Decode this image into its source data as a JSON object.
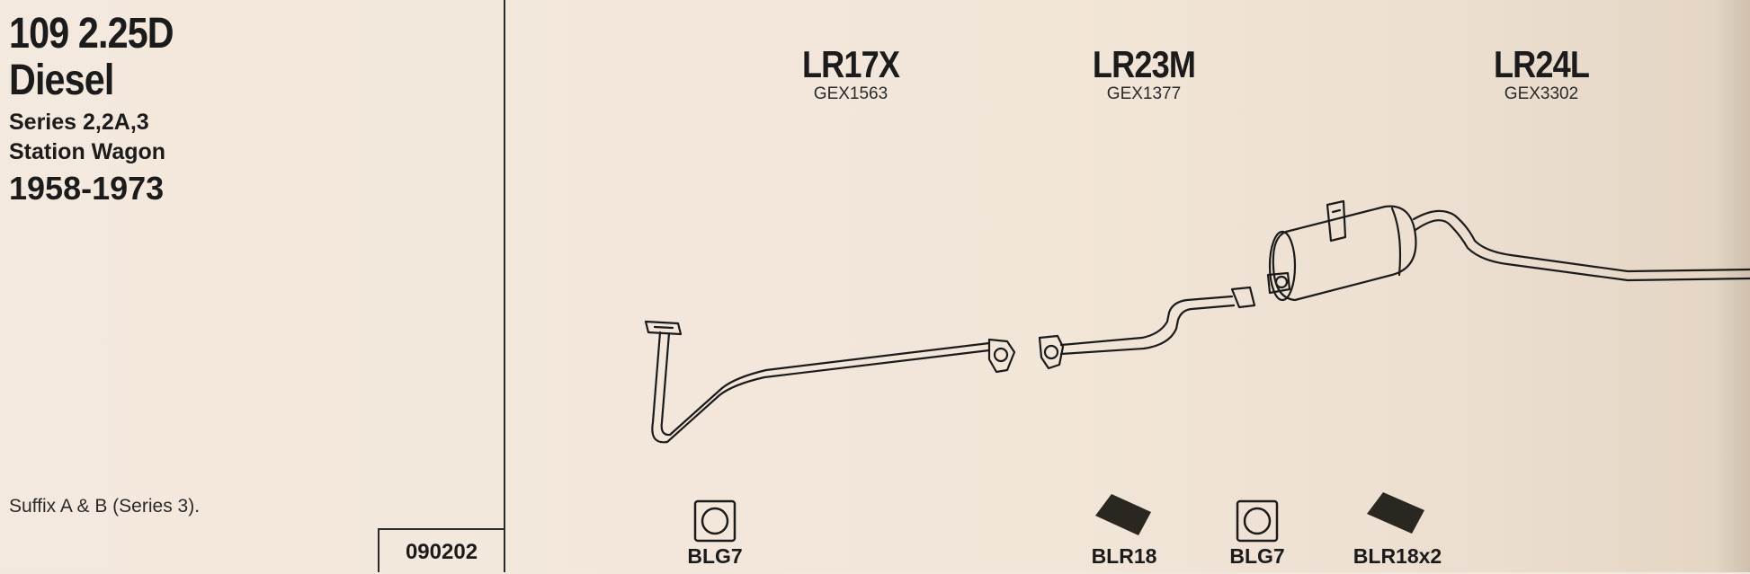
{
  "vehicle": {
    "model_line1": "109 2.25D",
    "model_line2": "Diesel",
    "series": "Series 2,2A,3",
    "body_type": "Station Wagon",
    "years": "1958-1973"
  },
  "note": "Suffix A & B (Series 3).",
  "reference_number": "090202",
  "parts": [
    {
      "code": "LR17X",
      "ref": "GEX1563"
    },
    {
      "code": "LR23M",
      "ref": "GEX1377"
    },
    {
      "code": "LR24L",
      "ref": "GEX3302"
    }
  ],
  "fittings": [
    {
      "label": "BLG7",
      "icon": "gasket-icon"
    },
    {
      "label": "BLR18",
      "icon": "rubber-mount-icon"
    },
    {
      "label": "BLG7",
      "icon": "gasket-icon"
    },
    {
      "label": "BLR18x2",
      "icon": "rubber-mount-icon"
    }
  ]
}
